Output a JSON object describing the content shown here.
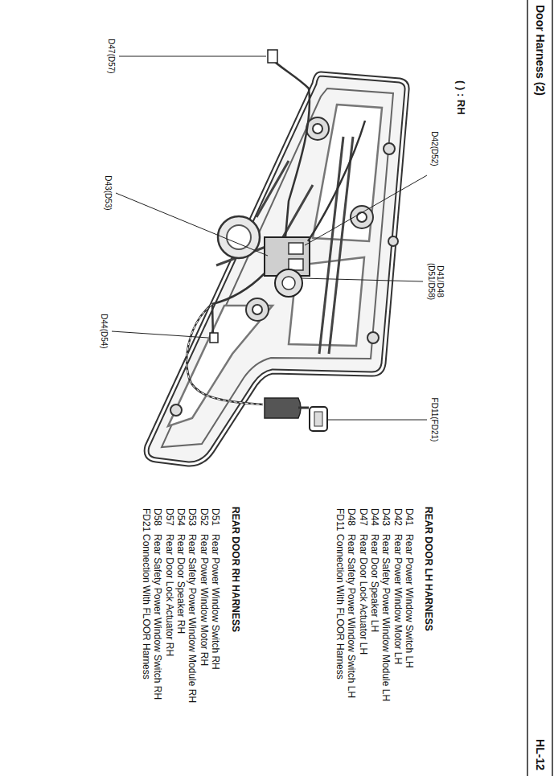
{
  "diagram": {
    "title": "Door Harness (2)",
    "labels": [
      "( ) : RH",
      "D47(D57)",
      "D42(D52)",
      "D43(D53)",
      "D41/D48 (D51/D58)",
      "D44(D54)",
      "FD11(FD21)",
      "REAR DOOR LH HARNESS",
      "D41",
      "Rear Power Window Switch LH",
      "D42",
      "Rear Power Window Motor LH",
      "D43",
      "Rear Safety Power Window Module LH",
      "D44",
      "Rear Door Speaker LH",
      "D47",
      "Rear Door Lock Actuator LH",
      "D48",
      "Rear Safety Power Window Switch LH",
      "FD11",
      "Connection With FLOOR Harness",
      "REAR DOOR RH HARNESS",
      "D51",
      "Rear Power Window Switch RH",
      "D52",
      "Rear Power Window Motor RH",
      "D53",
      "Rear Safety Power Window Module RH",
      "D54",
      "Rear Door Speaker RH",
      "D57",
      "Rear Door Lock Actuator RH",
      "D58",
      "Rear Safety Power Window Switch RH",
      "FD21",
      "Connection With FLOOR Harness",
      "HL-12"
    ]
  }
}
